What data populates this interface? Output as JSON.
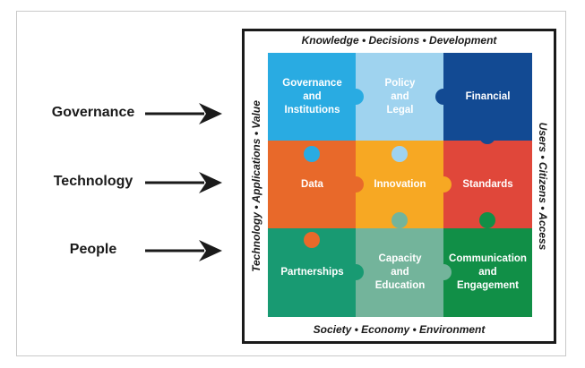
{
  "row_labels": [
    "Governance",
    "Technology",
    "People"
  ],
  "edges": {
    "top": "Knowledge  •  Decisions  •  Development",
    "bottom": "Society  •  Economy  •  Environment",
    "left": "Technology  •  Applications  •  Value",
    "right": "Users  •  Citizens  •  Access"
  },
  "pieces": [
    {
      "label": "Governance\nand\nInstitutions",
      "color": "#29abe2"
    },
    {
      "label": "Policy\nand\nLegal",
      "color": "#9fd3ef"
    },
    {
      "label": "Financial",
      "color": "#124a93"
    },
    {
      "label": "Data",
      "color": "#e8692a"
    },
    {
      "label": "Innovation",
      "color": "#f7a823"
    },
    {
      "label": "Standards",
      "color": "#e0473a"
    },
    {
      "label": "Partnerships",
      "color": "#189a72"
    },
    {
      "label": "Capacity\nand\nEducation",
      "color": "#73b49b"
    },
    {
      "label": "Communication\nand\nEngagement",
      "color": "#118f47"
    }
  ]
}
